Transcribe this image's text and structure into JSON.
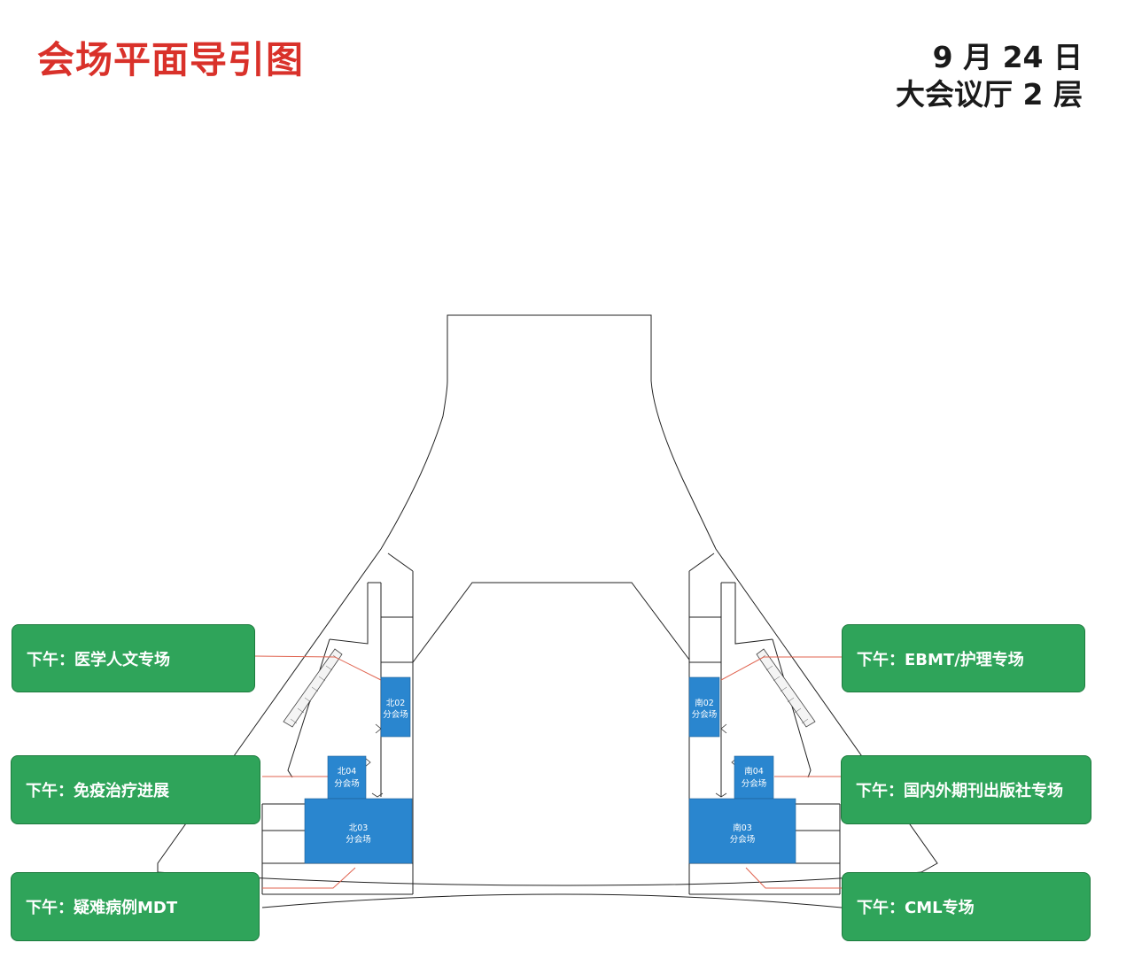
{
  "header": {
    "title": "会场平面导引图",
    "date": "9 月 24 日",
    "floor": "大会议厅 2 层"
  },
  "colors": {
    "title": "#d9312a",
    "room": "#2a86cf",
    "session_box": "#2fa45a",
    "leader_line": "#e0634f"
  },
  "rooms": {
    "north02": {
      "code": "北02",
      "name": "分会场"
    },
    "north04": {
      "code": "北04",
      "name": "分会场"
    },
    "north03": {
      "code": "北03",
      "name": "分会场"
    },
    "south02": {
      "code": "南02",
      "name": "分会场"
    },
    "south04": {
      "code": "南04",
      "name": "分会场"
    },
    "south03": {
      "code": "南03",
      "name": "分会场"
    }
  },
  "sessions": {
    "left_top": "下午：医学人文专场",
    "left_mid": "下午：免疫治疗进展",
    "left_bottom": "下午：疑难病例MDT",
    "right_top": "下午：EBMT/护理专场",
    "right_mid": "下午：国内外期刊出版社专场",
    "right_bottom": "下午：CML专场"
  }
}
